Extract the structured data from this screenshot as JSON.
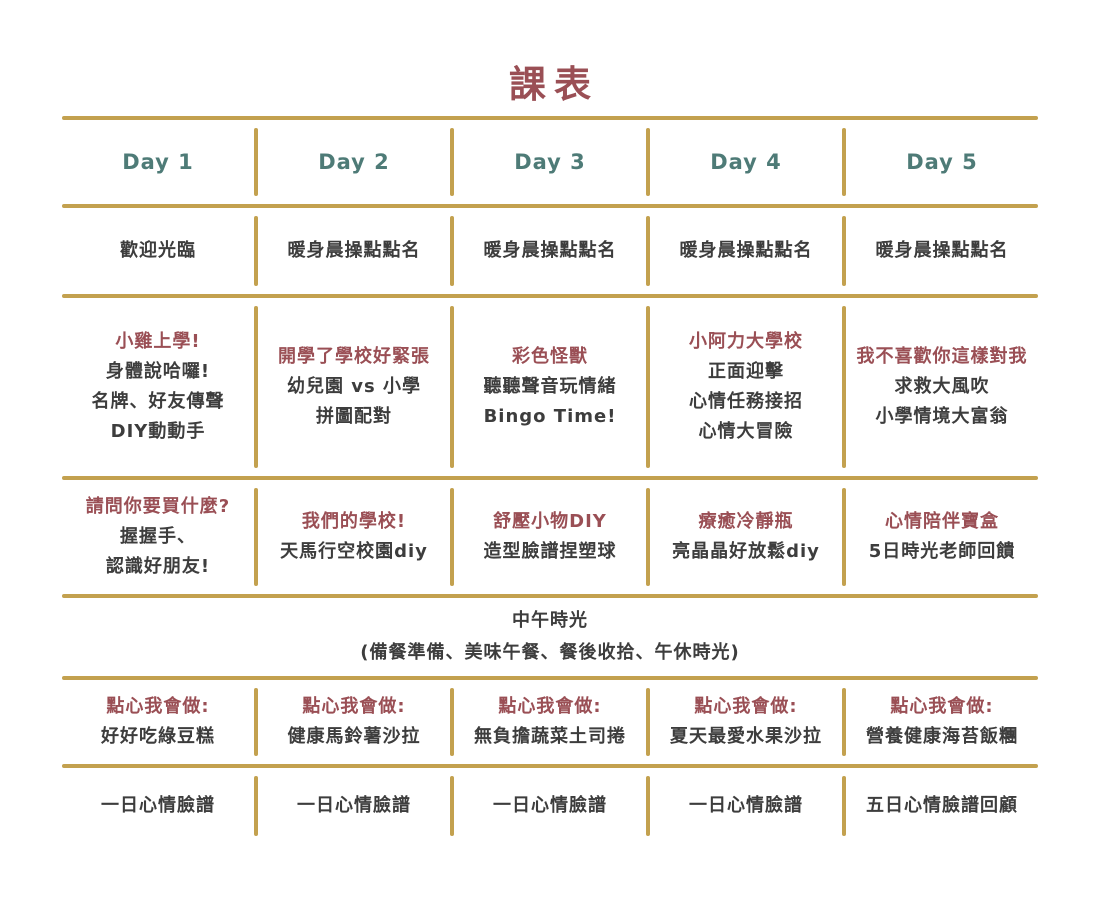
{
  "title": "課表",
  "colors": {
    "rule_gold": "#C3A14F",
    "title_maroon": "#9A4F55",
    "day_teal": "#4E7B77",
    "body_text": "#3D3D3D"
  },
  "days": [
    "Day 1",
    "Day 2",
    "Day 3",
    "Day 4",
    "Day 5"
  ],
  "rows": {
    "morning": [
      "歡迎光臨",
      "暖身晨操點點名",
      "暖身晨操點點名",
      "暖身晨操點點名",
      "暖身晨操點點名"
    ],
    "main": [
      {
        "title": "小雞上學!",
        "lines": [
          "身體說哈囉!",
          "名牌、好友傳聲",
          "DIY動動手"
        ]
      },
      {
        "title": "開學了學校好緊張",
        "lines": [
          "幼兒園 vs 小學",
          "拼圖配對"
        ]
      },
      {
        "title": "彩色怪獸",
        "lines": [
          "聽聽聲音玩情緒",
          "Bingo Time!"
        ]
      },
      {
        "title": "小阿力大學校",
        "lines": [
          "正面迎擊",
          "心情任務接招",
          "心情大冒險"
        ]
      },
      {
        "title": "我不喜歡你這樣對我",
        "lines": [
          "求救大風吹",
          "小學情境大富翁"
        ]
      }
    ],
    "craft": [
      {
        "title": "請問你要買什麼?",
        "lines": [
          "握握手、",
          "認識好朋友!"
        ]
      },
      {
        "title": "我們的學校!",
        "lines": [
          "天馬行空校園diy"
        ]
      },
      {
        "title": "舒壓小物DIY",
        "lines": [
          "造型臉譜捏塑球"
        ]
      },
      {
        "title": "療癒冷靜瓶",
        "lines": [
          "亮晶晶好放鬆diy"
        ]
      },
      {
        "title": "心情陪伴寶盒",
        "lines": [
          "5日時光老師回饋"
        ]
      }
    ],
    "lunch": {
      "title": "中午時光",
      "subtitle": "(備餐準備、美味午餐、餐後收拾、午休時光)"
    },
    "snack": [
      {
        "title": "點心我會做:",
        "lines": [
          "好好吃綠豆糕"
        ]
      },
      {
        "title": "點心我會做:",
        "lines": [
          "健康馬鈴薯沙拉"
        ]
      },
      {
        "title": "點心我會做:",
        "lines": [
          "無負擔蔬菜土司捲"
        ]
      },
      {
        "title": "點心我會做:",
        "lines": [
          "夏天最愛水果沙拉"
        ]
      },
      {
        "title": "點心我會做:",
        "lines": [
          "營養健康海苔飯糰"
        ]
      }
    ],
    "review": [
      "一日心情臉譜",
      "一日心情臉譜",
      "一日心情臉譜",
      "一日心情臉譜",
      "五日心情臉譜回顧"
    ]
  }
}
